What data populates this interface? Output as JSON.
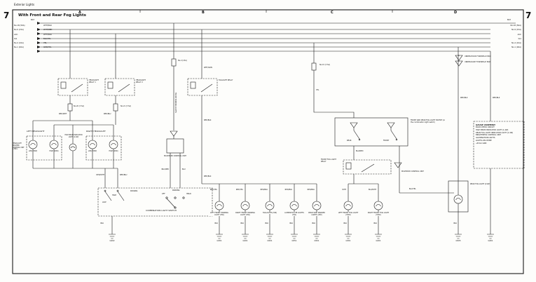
{
  "header": {
    "corner": "Exterior Lights",
    "page_left": "7",
    "page_right": "7",
    "title": "With Front and Rear Fog Lights",
    "bat_left": "BAT",
    "bat_right": "BAT",
    "sections": {
      "a": "A",
      "b": "B",
      "c": "C",
      "d": "D"
    },
    "note1_num": "1",
    "note1": "UNDER-HOOD FUSE/RELAY BOX",
    "note2_num": "2",
    "note2": "UNDER-DASH FUSE/RELAY BOX"
  },
  "bus": {
    "rows": [
      {
        "left": "No.18 (50A)",
        "color": "WHT/BLU",
        "right": "No.18 (50A)"
      },
      {
        "left": "No.9 (15A)",
        "color": "WHT/RED",
        "right": "No.9 (15A)"
      },
      {
        "left": "ACC",
        "color": "WHT/BLK",
        "right": "ACC"
      },
      {
        "left": "IG1",
        "color": "BLK/YEL",
        "right": "IG1"
      },
      {
        "left": "No.4 (10A)",
        "color": "YEL",
        "right": "No.4 (10A)"
      },
      {
        "left": "No.1 (40A)",
        "color": "GRN/YEL",
        "right": "No.1 (40A)"
      }
    ]
  },
  "relays": {
    "headlight1": "HEADLIGHT RELAY 1",
    "headlight2": "HEADLIGHT RELAY 2",
    "taillight": "TAILLIGHT RELAY",
    "front_fog": "FRONT FOG LIGHT RELAY"
  },
  "fuses": {
    "f20": "No.20 (7.5A)",
    "f21": "No.21 (7.5A)",
    "f2": "No.2 (15A)",
    "f15": "No.15 (7.5A)"
  },
  "headlights": {
    "left_title": "LEFT HEADLIGHT",
    "right_title": "RIGHT HEADLIGHT",
    "low": "LOW (55W)",
    "high": "HIGH (60W)",
    "hbi": "HIGH BEAM INDICATOR LIGHT (1.4W)",
    "washer_note": "HEADLIGHT WASHER CONTROL UNIT <HID>"
  },
  "multiplex": {
    "b_label": "MULTIPLEX CONTROL UNIT",
    "c_label": "MULTIPLEX CONTROL UNIT",
    "vertical": "FRONT PARKING LIGHTS"
  },
  "combo": {
    "label": "COMBINATION LIGHT SWITCH",
    "low": "LOW",
    "high": "HIGH",
    "passing": "PASSING",
    "off": "OFF",
    "parking": "PARKING",
    "head": "HEAD"
  },
  "bulbs": [
    {
      "wire": "RED/YEL",
      "label": "LEFT FRONT PARKING LIGHT (5W)",
      "ground": "G301"
    },
    {
      "wire": "RED/YEL",
      "label": "RIGHT FRONT PARKING LIGHT (5W)",
      "ground": "G201"
    },
    {
      "wire": "RED/BLK",
      "label": "TAILLIGHTS (5W)",
      "ground": "G501"
    },
    {
      "wire": "RED/BLK",
      "label": "LICENSE PLATE LIGHTS (5W)",
      "ground": "G551"
    },
    {
      "wire": "RED/BLK",
      "label": "REAR SIDE MARKER LIGHTS (5W)",
      "ground": "G501"
    }
  ],
  "fog": {
    "switch_note": "FRONT AND REAR FOG LIGHT SWITCH (in the combination light switch)",
    "rear_pos": "REAR",
    "front_pos": "FRONT",
    "relay_in": "BLU/RED",
    "bulbs": [
      {
        "wire": "WHT",
        "label": "LEFT FRONT FOG LIGHT (55W)",
        "ground": "G301"
      },
      {
        "wire": "BLU/WHT",
        "label": "RIGHT FRONT FOG LIGHT (55W)",
        "ground": "G201"
      }
    ],
    "rear_wire": "BLU/YEL",
    "rear_label": "REAR FOG LIGHT (21W)",
    "rear_ground": "G505"
  },
  "gauge": {
    "lines": [
      "GAUGE ASSEMBLY",
      "BULB CHECK CIRCUIT",
      "HIGH BEAM INDICATOR LIGHT (1.4W)",
      "REAR FOG LIGHT INDICATOR LIGHT (1.4W)",
      "BRIGHTNESS CONTROL UNIT",
      "ILLUMINATION LIGHTS",
      "LIGHTS-ON CHIME",
      "+B  IG1  GND"
    ],
    "ground": "G401"
  },
  "wires": {
    "wht_grn": "WHT/GRN",
    "yel": "YEL",
    "red_blk": "RED/BLK",
    "red_wht": "RED/WHT",
    "red_blu": "RED/BLU",
    "blu_red": "BLU/RED",
    "blu": "BLU",
    "blk": "BLK"
  },
  "grounds": {
    "combo": "G402"
  }
}
